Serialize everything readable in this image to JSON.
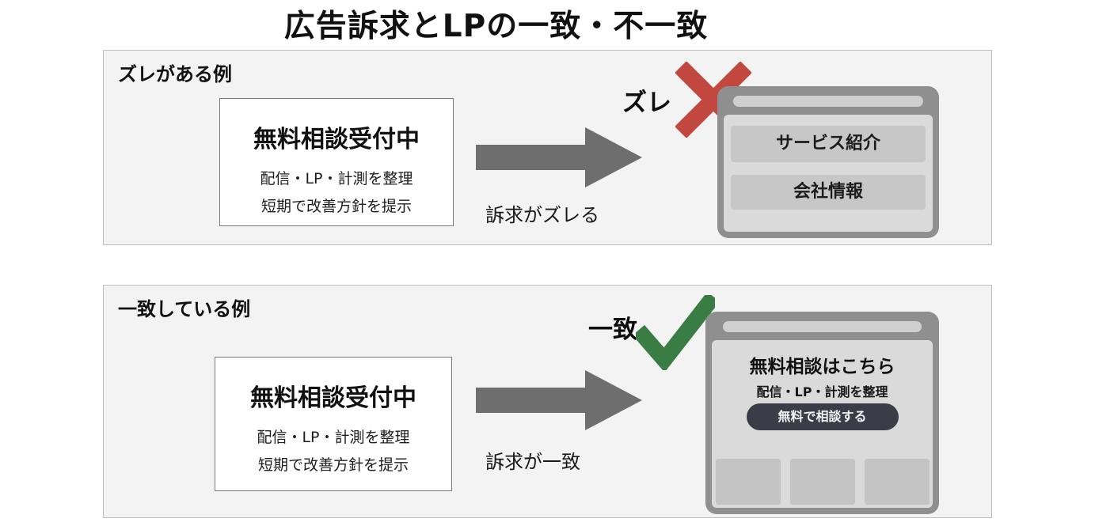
{
  "title": "広告訴求とLPの一致・不一致",
  "colors": {
    "panel_bg": "#f3f3f3",
    "panel_border": "#bdbdbd",
    "arrow": "#6e6e6e",
    "x_red": "#c2473f",
    "check_green": "#3a7d44",
    "browser_frame": "#8f8f8f",
    "browser_body": "#dadada",
    "cta_bg": "#3c3c49"
  },
  "icons": {
    "mismatch": "x-icon",
    "match": "check-icon",
    "flow": "arrow-right-icon"
  },
  "mismatch": {
    "panel_label": "ズレがある例",
    "ad": {
      "headline": "無料相談受付中",
      "line1": "配信・LP・計測を整理",
      "line2": "短期で改善方針を提示"
    },
    "arrow_caption": "訴求がズレる",
    "result_label": "ズレ",
    "lp": {
      "item1": "サービス紹介",
      "item2": "会社情報"
    }
  },
  "match": {
    "panel_label": "一致している例",
    "ad": {
      "headline": "無料相談受付中",
      "line1": "配信・LP・計測を整理",
      "line2": "短期で改善方針を提示"
    },
    "arrow_caption": "訴求が一致",
    "result_label": "一致",
    "lp": {
      "headline": "無料相談はこちら",
      "subline": "配信・LP・計測を整理",
      "cta": "無料で相談する"
    }
  }
}
